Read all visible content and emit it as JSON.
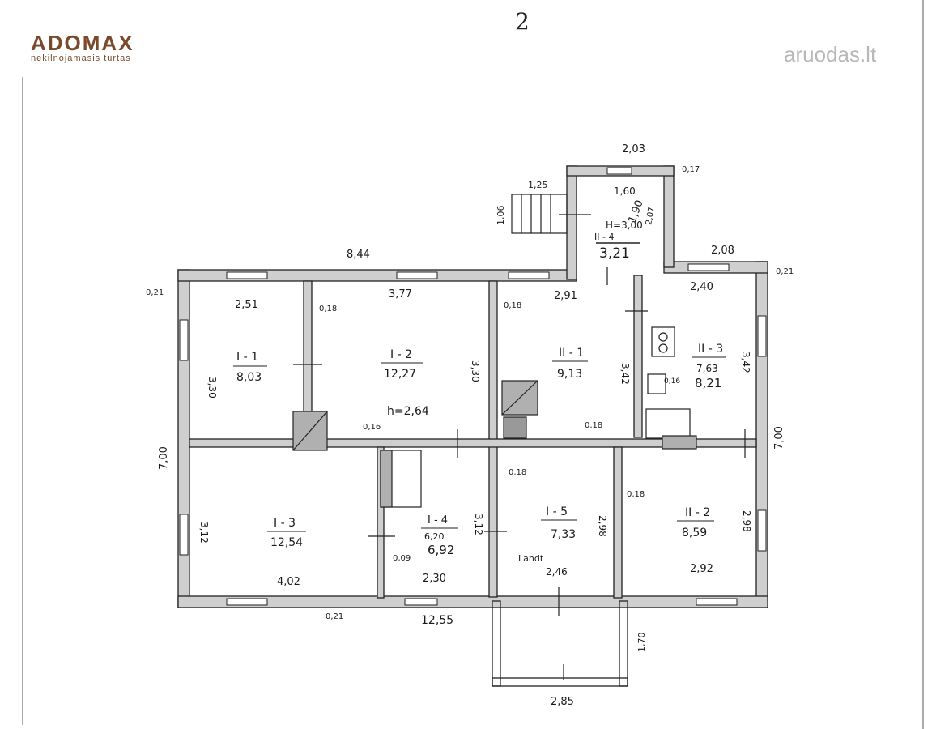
{
  "header": {
    "page_number": "2",
    "brand_name": "ADOMAX",
    "brand_tagline": "nekilnojamasis turtas",
    "watermark": "aruodas.lt"
  },
  "plan": {
    "overall_top": "8,44",
    "overall_bottom": "12,55",
    "overall_left": "7,00",
    "overall_right": "7,00",
    "annex_top": "2,03",
    "annex_right_top": "2,08",
    "porch_width": "2,85",
    "porch_depth": "1,70",
    "stair_width": "1,25",
    "stair_depth": "1,06",
    "rooms": [
      {
        "id": "I - 1",
        "area": "8,03",
        "width": "2,51",
        "height": "3,30"
      },
      {
        "id": "I - 2",
        "area": "12,27",
        "width": "3,77",
        "height": "3,30",
        "ceiling": "h=2,64"
      },
      {
        "id": "II - 1",
        "area": "9,13",
        "width": "2,91",
        "height": "3,42"
      },
      {
        "id": "II - 3",
        "area_old": "7,63",
        "area": "8,21",
        "width": "2,40",
        "height": "3,42"
      },
      {
        "id": "I - 3",
        "area": "12,54",
        "width": "4,02",
        "height": "3,12"
      },
      {
        "id": "I - 4",
        "area_old": "6,20",
        "area": "6,92",
        "width": "2,30",
        "height": "3,12"
      },
      {
        "id": "I - 5",
        "area": "7,33",
        "width": "2,46",
        "height": "2,98",
        "note": "Landt"
      },
      {
        "id": "II - 2",
        "area": "8,59",
        "width": "2,92",
        "height": "2,98"
      },
      {
        "id": "II - 4",
        "area": "3,21",
        "width": "1,90",
        "height": "1,60",
        "ceiling": "H=3,00",
        "extra": "2,07"
      }
    ],
    "wall_thickness": {
      "t1": "0,21",
      "t2": "0,18",
      "t3": "0,18",
      "t4": "0,16",
      "t5": "0,18",
      "t6": "0,18",
      "t7": "0,18",
      "t8": "0,09",
      "t9": "0,21",
      "t10": "0,21",
      "t11": "0,17",
      "t12": "0,16"
    }
  }
}
